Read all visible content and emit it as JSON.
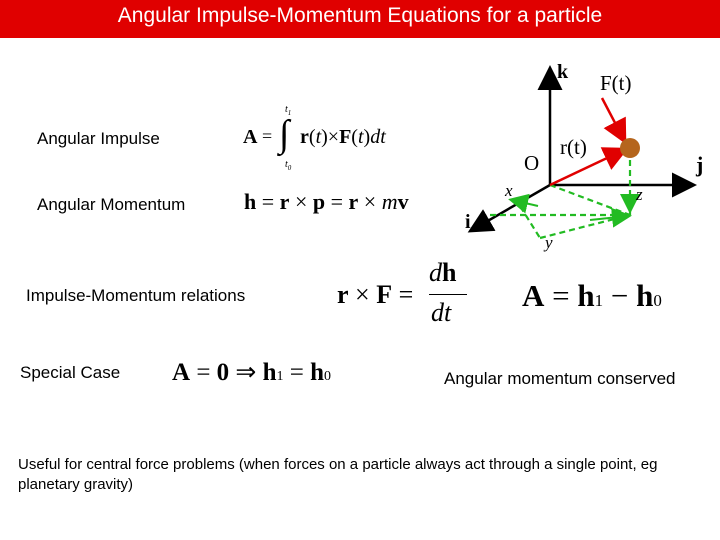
{
  "title": "Angular Impulse-Momentum Equations for a particle",
  "labels": {
    "angular_impulse": "Angular Impulse",
    "angular_momentum": "Angular Momentum",
    "impulse_momentum_relations": "Impulse-Momentum relations",
    "special_case": "Special Case",
    "conserved": "Angular momentum conserved"
  },
  "equations": {
    "impulse": "A = ∫ r(t) × F(t) dt",
    "impulse_limit_upper": "t1",
    "impulse_limit_lower": "t0",
    "momentum": "h = r × p = r × mv",
    "relation_derivative": "r × F = dh/dt",
    "relation_difference": "A = h1 − h0",
    "special_case": "A = 0 ⇒ h1 = h0"
  },
  "diagram": {
    "k_label": "k",
    "j_label": "j",
    "i_label": "i",
    "force_label": "F(t)",
    "position_label": "r(t)",
    "origin_label": "O",
    "x_label": "x",
    "y_label": "y",
    "z_label": "z",
    "colors": {
      "arrow": "#e00000",
      "particle": "#b5651d",
      "dashed": "#22bb22",
      "axis": "#000000"
    }
  },
  "note": "Useful for central force problems (when forces on a particle always act through a single point, eg planetary gravity)"
}
